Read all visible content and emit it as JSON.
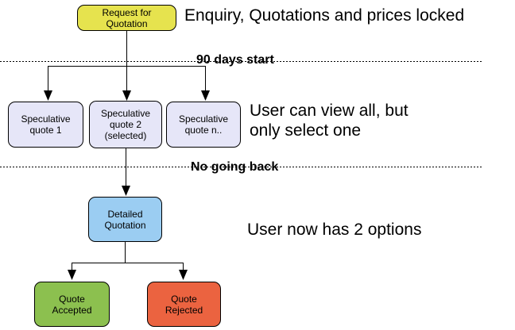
{
  "diagram": {
    "type": "flowchart",
    "background_color": "#ffffff",
    "connector_color": "#000000",
    "separator_style": "dotted"
  },
  "nodes": {
    "request": {
      "label": "Request for\nQuotation",
      "color": "#e6e34e"
    },
    "spec1": {
      "label": "Speculative\nquote 1",
      "color": "#e6e6f8"
    },
    "spec2": {
      "label": "Speculative\nquote 2\n(selected)",
      "color": "#e6e6f8"
    },
    "specn": {
      "label": "Speculative\nquote n..",
      "color": "#e6e6f8"
    },
    "detailed": {
      "label": "Detailed\nQuotation",
      "color": "#9bcdf2"
    },
    "accepted": {
      "label": "Quote\nAccepted",
      "color": "#8cc04f"
    },
    "rejected": {
      "label": "Quote\nRejected",
      "color": "#eb6340"
    }
  },
  "annotations": {
    "top_note": "Enquiry, Quotations and prices locked",
    "phase1_label": "90 days start",
    "middle_note": "User can view all, but\nonly select one",
    "phase2_label": "No going back",
    "bottom_note": "User now has 2 options"
  }
}
